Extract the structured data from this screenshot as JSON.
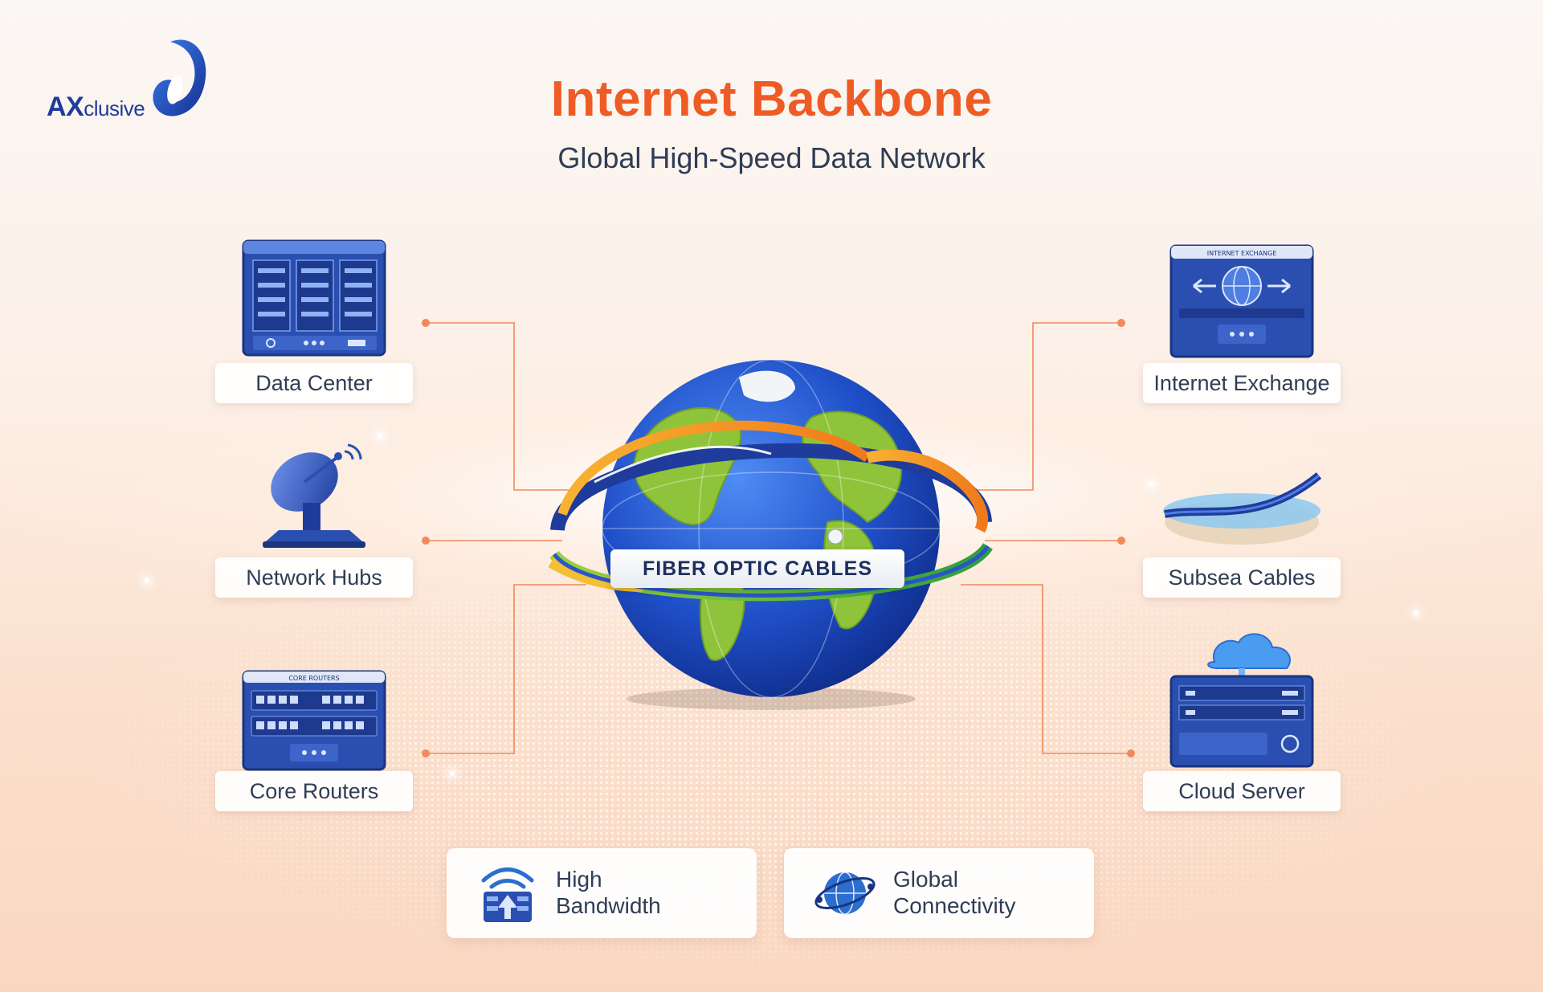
{
  "brand": {
    "logo_text_bold": "AX",
    "logo_text_rest": "clusive",
    "primary_color": "#1f3c9c"
  },
  "header": {
    "title": "Internet Backbone",
    "subtitle": "Global High-Speed Data Network",
    "title_color": "#ef5b25"
  },
  "center": {
    "label": "FIBER OPTIC CABLES",
    "icon": "globe-with-fiber-rings-icon"
  },
  "nodes_left": [
    {
      "label": "Data Center",
      "icon": "server-rack-icon"
    },
    {
      "label": "Network Hubs",
      "icon": "satellite-dish-icon"
    },
    {
      "label": "Core Routers",
      "icon": "router-chassis-icon",
      "panel_text": "CORE ROUTERS"
    }
  ],
  "nodes_right": [
    {
      "label": "Internet Exchange",
      "icon": "exchange-device-icon",
      "panel_text": "INTERNET EXCHANGE"
    },
    {
      "label": "Subsea Cables",
      "icon": "subsea-cable-icon"
    },
    {
      "label": "Cloud Server",
      "icon": "cloud-server-icon"
    }
  ],
  "features": [
    {
      "line1": "High",
      "line2": "Bandwidth",
      "icon": "bandwidth-icon"
    },
    {
      "line1": "Global",
      "line2": "Connectivity",
      "icon": "globe-connectivity-icon"
    }
  ],
  "connector_color": "#f08a5d"
}
